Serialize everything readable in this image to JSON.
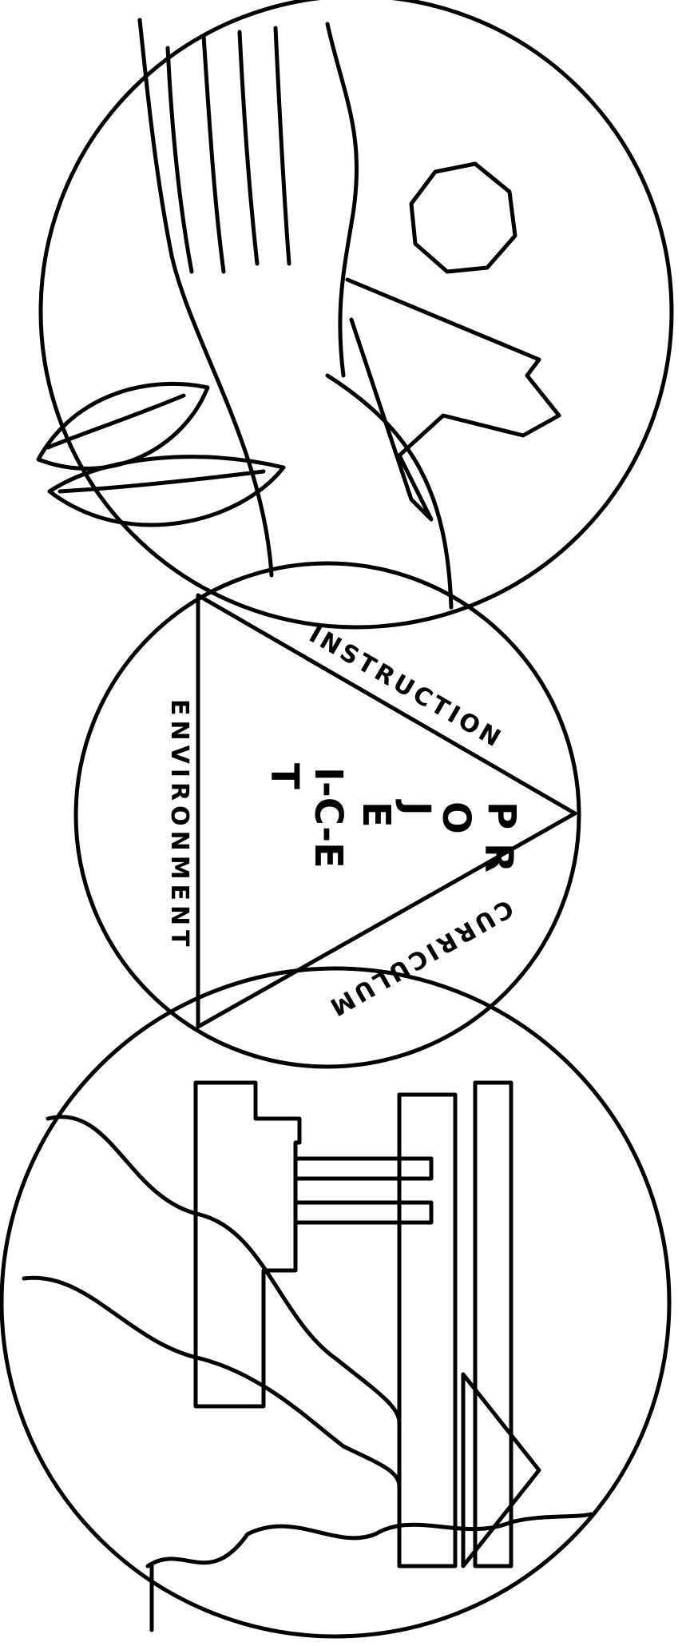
{
  "center_emblem": {
    "side_instruction": "INSTRUCTION",
    "side_curriculum": "CURRICULUM",
    "side_environment": "ENVIRONMENT",
    "project_letters": [
      "P",
      "R",
      "O",
      "J",
      "E",
      "C",
      "T"
    ],
    "project_middle": "I-C-E",
    "project_final": "T",
    "project_word_full": "PROJE I-C-E T"
  },
  "colors": {
    "ink": "#000000",
    "paper": "#ffffff"
  }
}
